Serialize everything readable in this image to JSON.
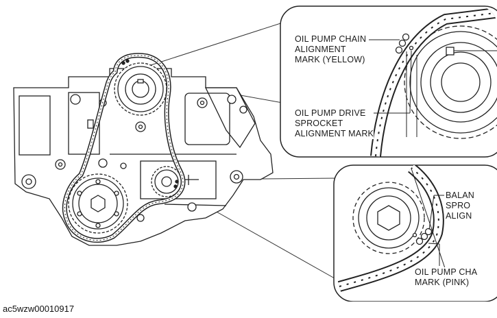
{
  "callouts": {
    "top": {
      "chain_mark": "OIL PUMP CHAIN\nALIGNMENT\nMARK (YELLOW)",
      "sprocket_mark": "OIL PUMP DRIVE\nSPROCKET\nALIGNMENT MARK"
    },
    "bottom": {
      "balancer_mark": "BALAN\nSPRO\nALIGN",
      "chain_mark_pink": "OIL PUMP CHA\nMARK (PINK)"
    }
  },
  "caption": "ac5wzw00010917"
}
